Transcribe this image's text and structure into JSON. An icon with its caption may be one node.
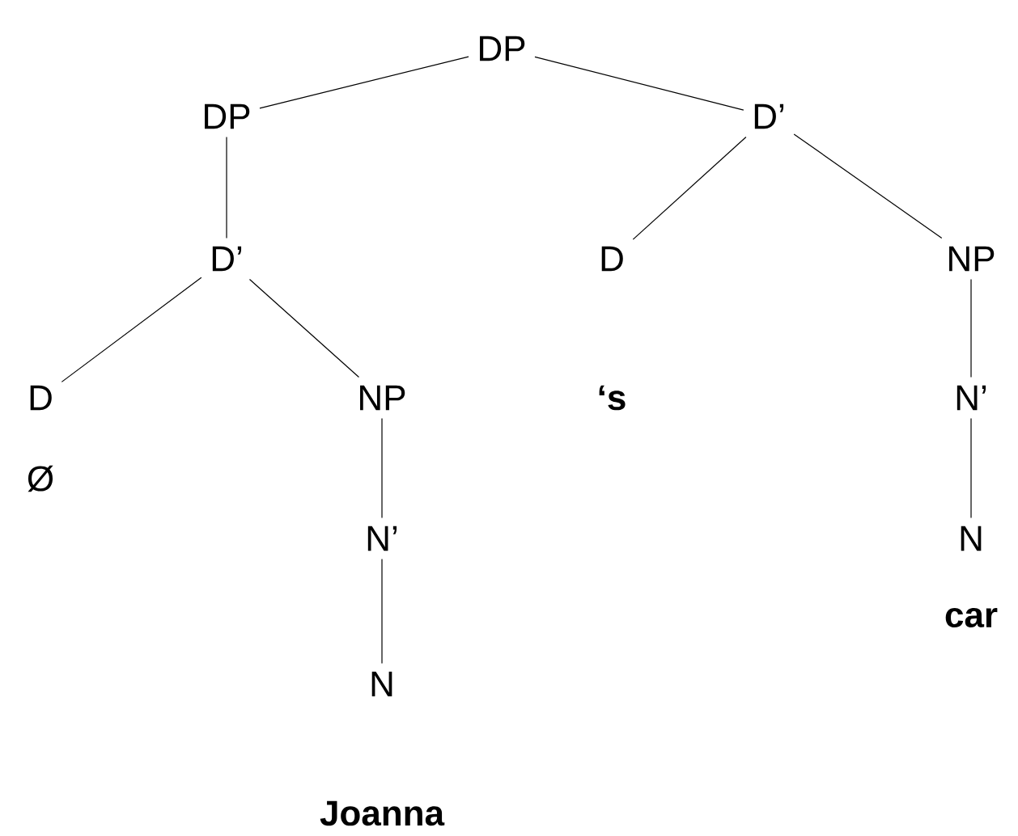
{
  "diagram": {
    "nodes": [
      {
        "text": [
          "DP"
        ]
      },
      {
        "text": [
          "DP"
        ]
      },
      {
        "text": [
          "D’"
        ]
      },
      {
        "text": [
          "D’"
        ]
      },
      {
        "text": [
          "D"
        ]
      },
      {
        "text": [
          "NP"
        ]
      },
      {
        "text": [
          "D"
        ]
      },
      {
        "text": [
          "NP"
        ]
      },
      {
        "text": [
          "N’"
        ]
      },
      {
        "text": [
          "N’"
        ]
      },
      {
        "text": [
          "N"
        ]
      },
      {
        "text": [
          "N"
        ]
      }
    ],
    "edges": [
      {
        "from": 0,
        "to": 1,
        "arrow": "none"
      },
      {
        "from": 0,
        "to": 2,
        "arrow": "none"
      },
      {
        "from": 1,
        "to": 3,
        "arrow": "none"
      },
      {
        "from": 2,
        "to": 4,
        "arrow": "none"
      },
      {
        "from": 2,
        "to": 5,
        "arrow": "none"
      },
      {
        "from": 3,
        "to": 6,
        "arrow": "none"
      },
      {
        "from": 3,
        "to": 7,
        "arrow": "none"
      },
      {
        "from": 5,
        "to": 8,
        "arrow": "none"
      },
      {
        "from": 7,
        "to": 9,
        "arrow": "none"
      },
      {
        "from": 8,
        "to": 10,
        "arrow": "none"
      },
      {
        "from": 9,
        "to": 11,
        "arrow": "none"
      }
    ],
    "labels": [
      "Ø",
      "‘s",
      "car",
      "Joanna"
    ]
  }
}
